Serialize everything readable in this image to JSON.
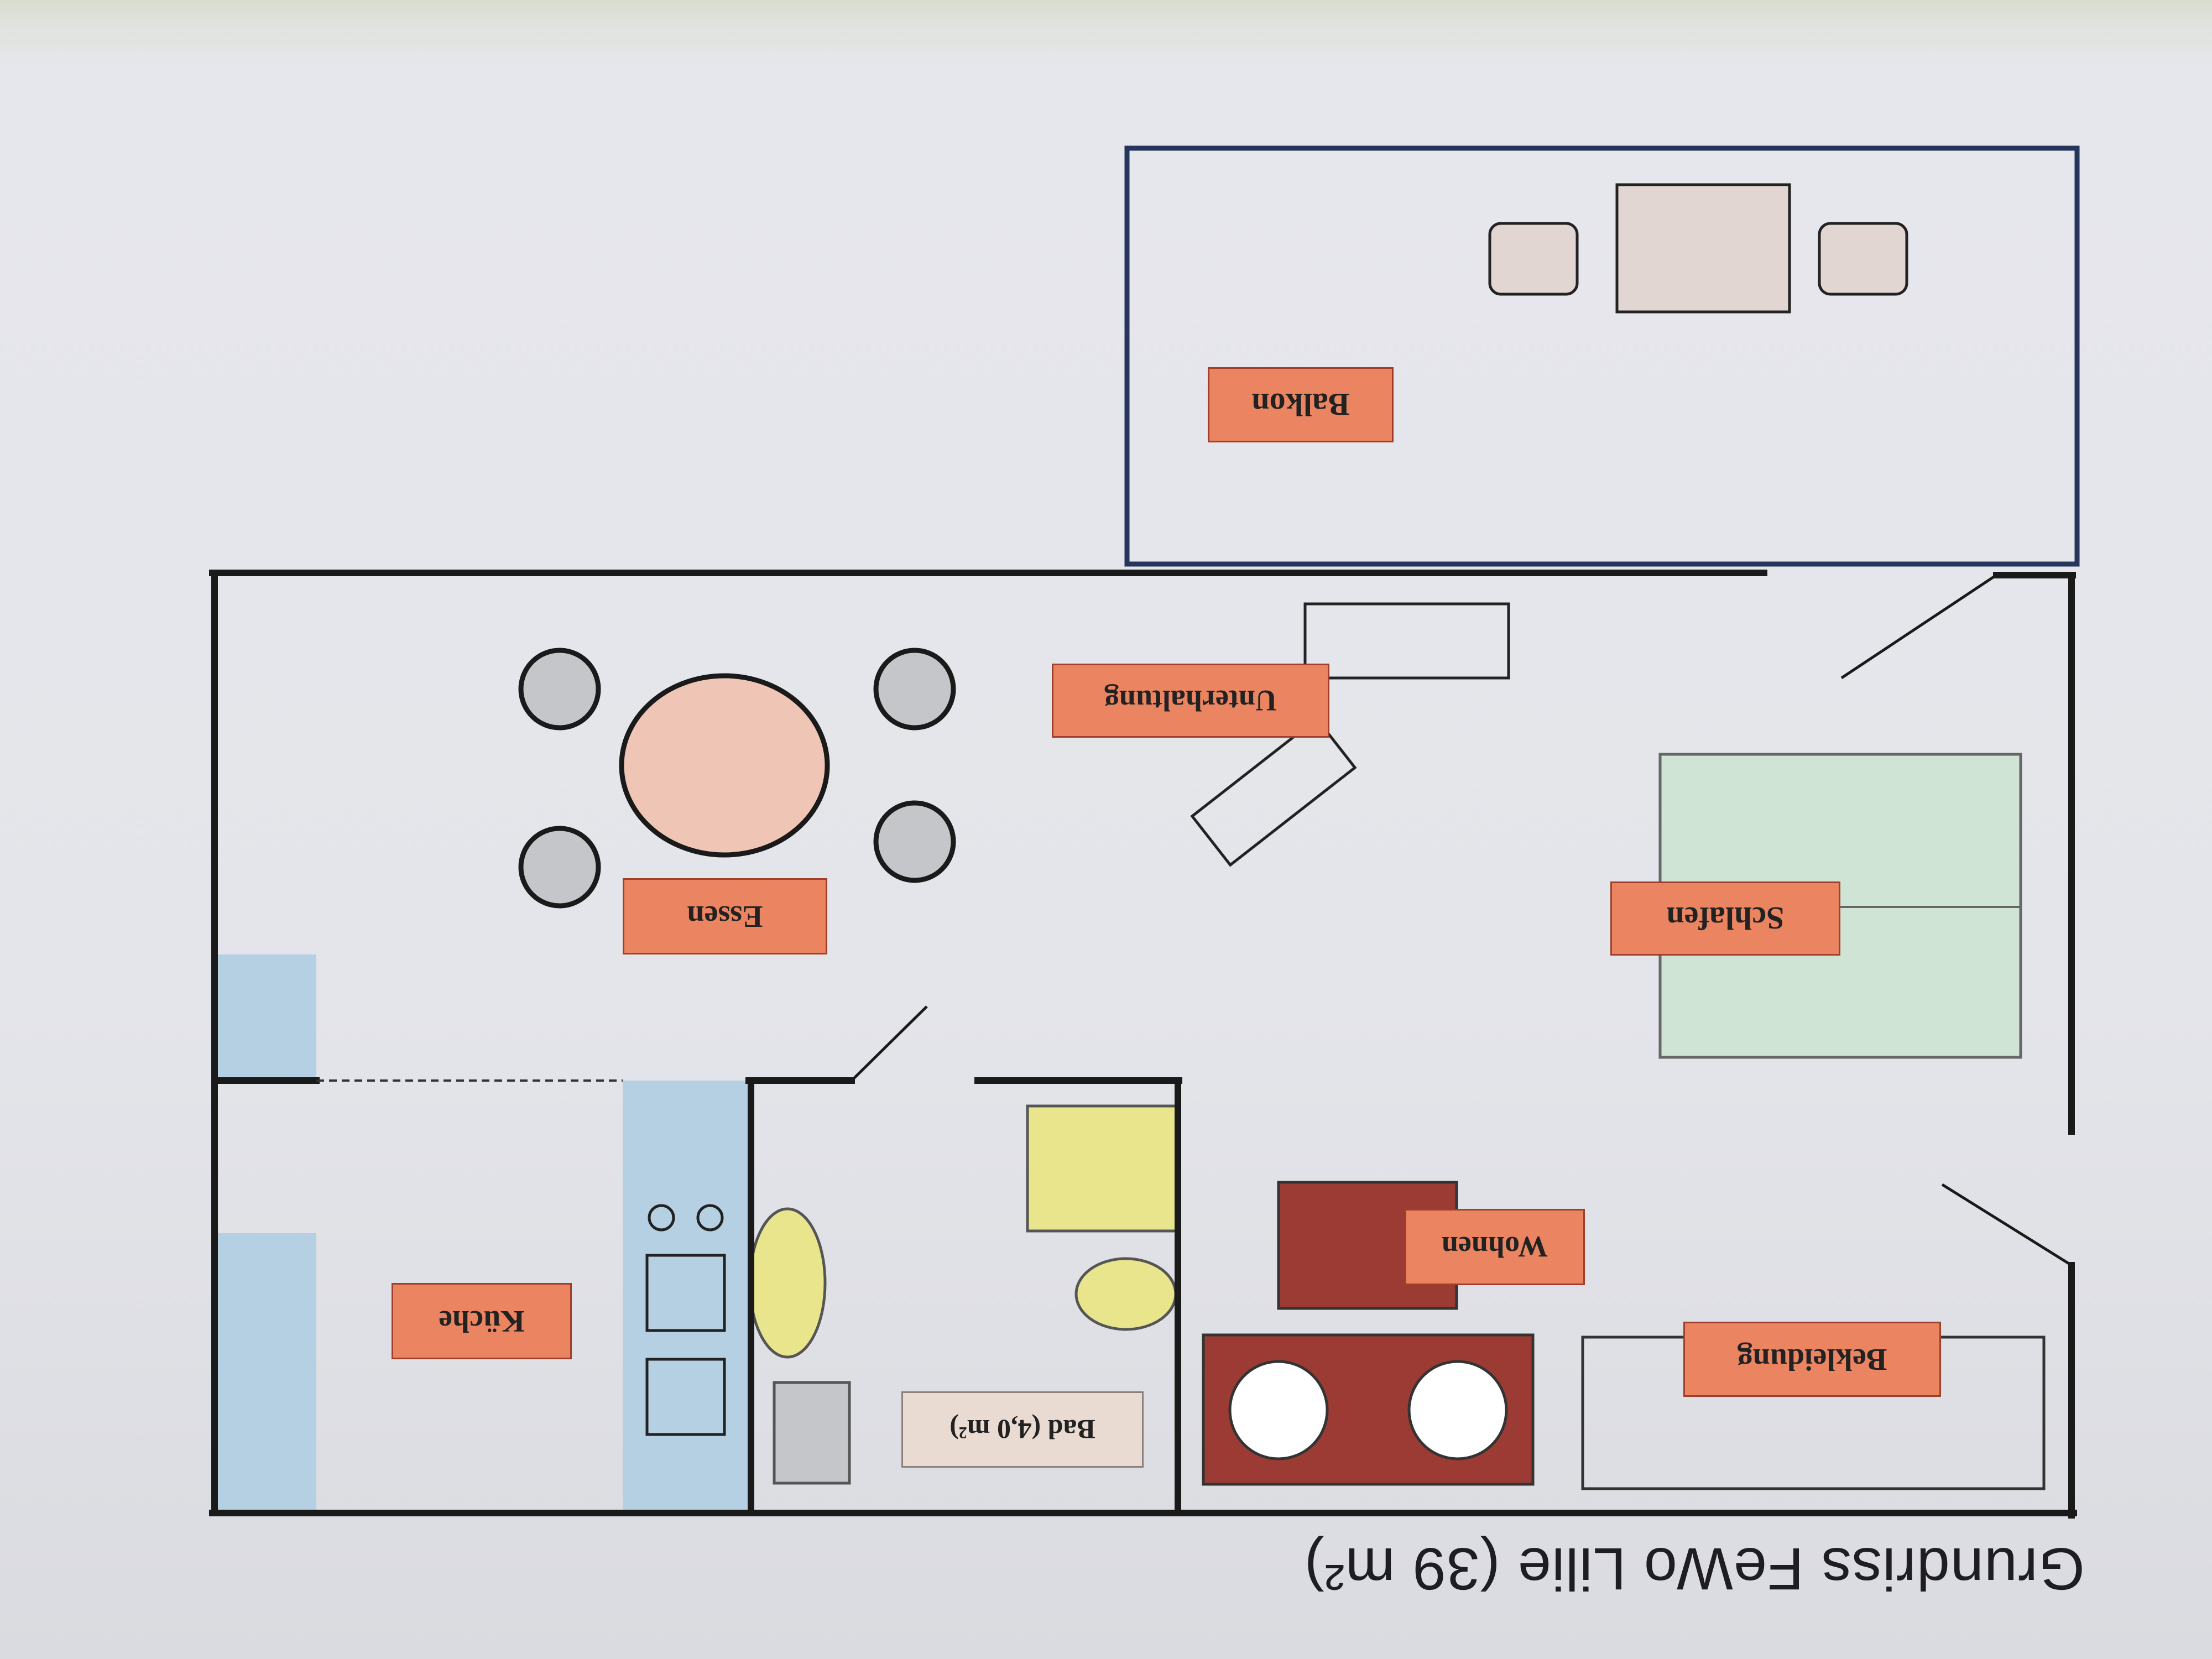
{
  "title": "Grundriss FeWo Lilie (39 m²)",
  "rooms": {
    "balkon": "Balkon",
    "unterhaltung": "Unterhaltung",
    "essen": "Essen",
    "schlafen": "Schlafen",
    "kueche": "Küche",
    "wohnen": "Wohnen",
    "bekleidung": "Bekleidung",
    "bad": "Bad (4,0 m²)"
  },
  "colors": {
    "label_fill": "#ea8461",
    "bad_label_fill": "#eadbd2",
    "bed": "#cfe4d4",
    "kitchen_blue": "#b5cfe3",
    "yellow": "#e9e58c",
    "dark_red": "#9b3b34",
    "table_peach": "#efc6b6",
    "chair_gray": "#c5c6c9",
    "balcony_frame": "#27355c",
    "furniture_beige": "#e2d6d2"
  }
}
